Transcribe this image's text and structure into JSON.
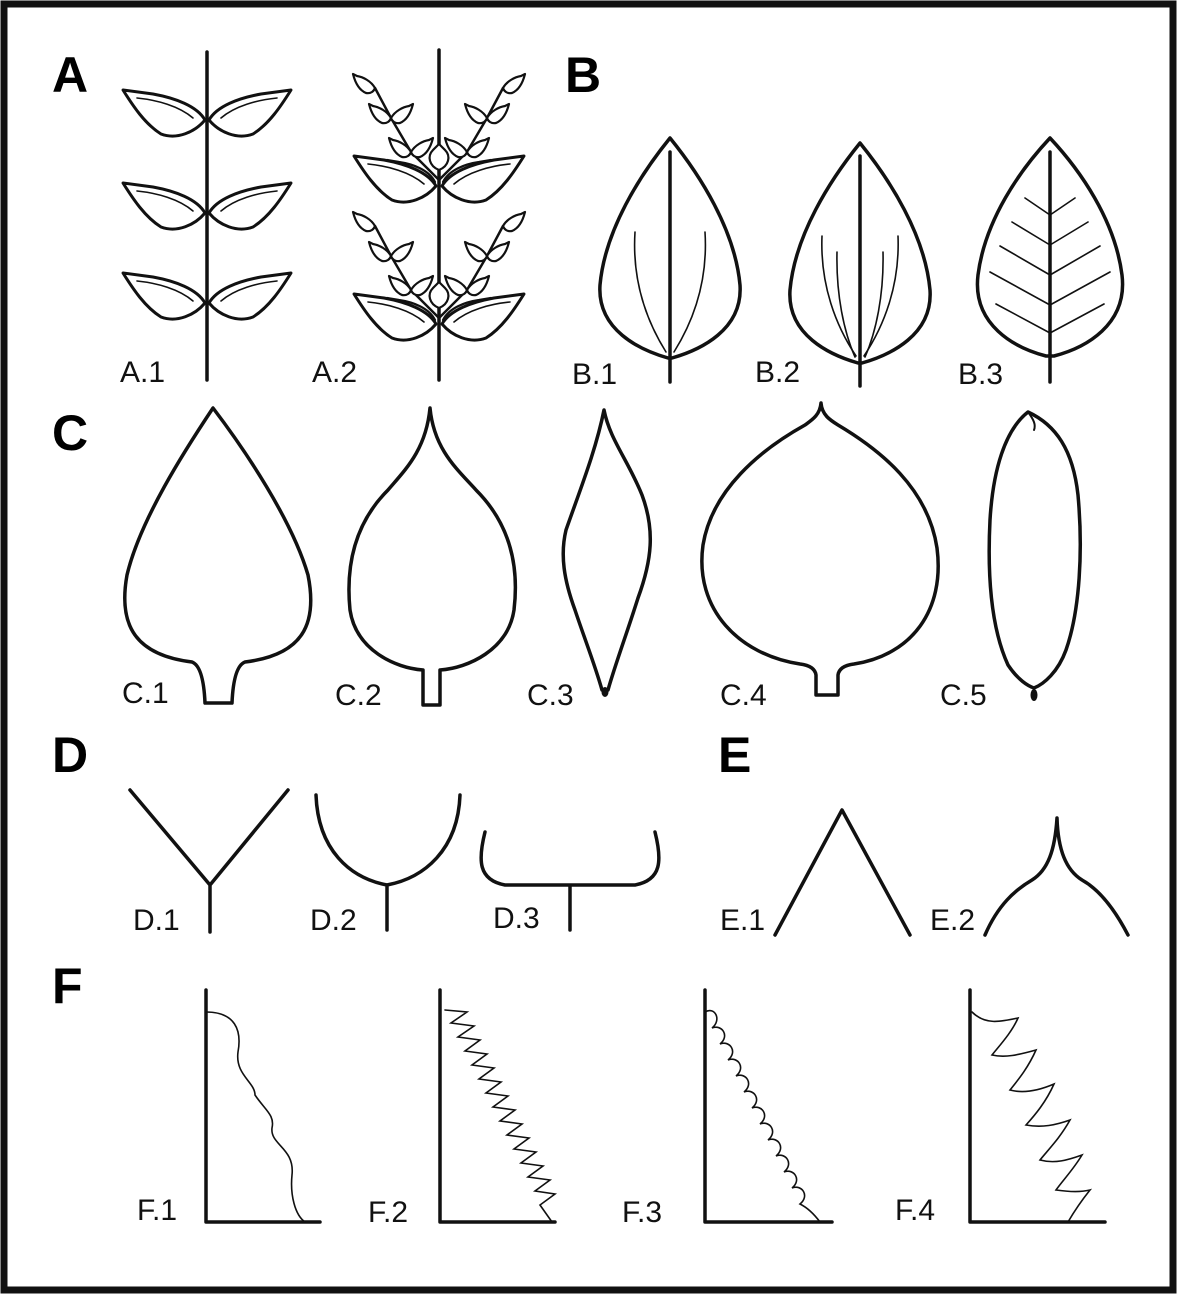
{
  "sections": {
    "a": "A",
    "b": "B",
    "c": "C",
    "d": "D",
    "e": "E",
    "f": "F"
  },
  "labels": {
    "a1": "A.1",
    "a2": "A.2",
    "b1": "B.1",
    "b2": "B.2",
    "b3": "B.3",
    "c1": "C.1",
    "c2": "C.2",
    "c3": "C.3",
    "c4": "C.4",
    "c5": "C.5",
    "d1": "D.1",
    "d2": "D.2",
    "d3": "D.3",
    "e1": "E.1",
    "e2": "E.2",
    "f1": "F.1",
    "f2": "F.2",
    "f3": "F.3",
    "f4": "F.4"
  },
  "colors": {
    "stroke": "#111111",
    "background": "#ffffff",
    "frame": "#111111"
  }
}
